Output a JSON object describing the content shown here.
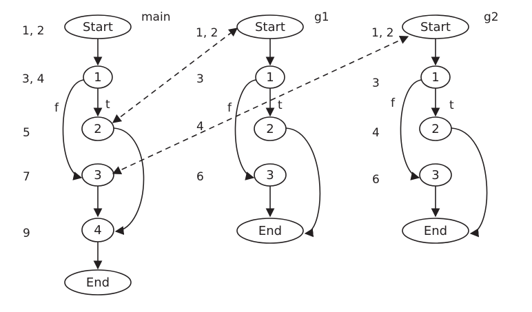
{
  "graphs": {
    "main": {
      "title": "main",
      "nodes": {
        "start": "Start",
        "n1": "1",
        "n2": "2",
        "n3": "3",
        "n4": "4",
        "end": "End"
      },
      "edge_labels": {
        "true": "t",
        "false": "f"
      },
      "line_numbers": {
        "start": "1, 2",
        "n1": "3, 4",
        "n2": "5",
        "n3": "7",
        "n4": "9"
      }
    },
    "g1": {
      "title": "g1",
      "nodes": {
        "start": "Start",
        "n1": "1",
        "n2": "2",
        "n3": "3",
        "end": "End"
      },
      "edge_labels": {
        "true": "t",
        "false": "f"
      },
      "line_numbers": {
        "start": "1, 2",
        "n1": "3",
        "n2": "4",
        "n3": "6"
      }
    },
    "g2": {
      "title": "g2",
      "nodes": {
        "start": "Start",
        "n1": "1",
        "n2": "2",
        "n3": "3",
        "end": "End"
      },
      "edge_labels": {
        "true": "t",
        "false": "f"
      },
      "line_numbers": {
        "start": "1, 2",
        "n1": "3",
        "n2": "4",
        "n3": "6"
      }
    }
  }
}
